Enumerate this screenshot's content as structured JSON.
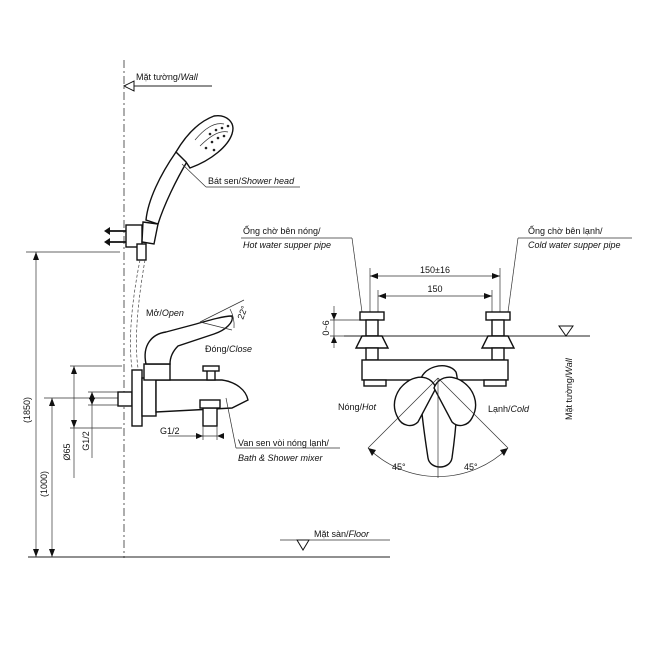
{
  "labels": {
    "wall_top": {
      "vi": "Mặt tường/",
      "en": "Wall"
    },
    "shower_head": {
      "vi": "Bát sen/",
      "en": "Shower head"
    },
    "open": {
      "vi": "Mở/",
      "en": "Open"
    },
    "close": {
      "vi": "Đóng/",
      "en": "Close"
    },
    "mixer_vi": "Van sen vòi nóng lạnh/",
    "mixer_en": "Bath & Shower mixer",
    "floor": {
      "vi": "Mặt sàn/",
      "en": "Floor"
    },
    "hot_pipe_vi": "Ống chờ bên nóng/",
    "hot_pipe_en": "Hot water supper pipe",
    "cold_pipe_vi": "Ống chờ bên lạnh/",
    "cold_pipe_en": "Cold water supper pipe",
    "hot": {
      "vi": "Nóng/",
      "en": "Hot"
    },
    "cold": {
      "vi": "Lạnh/",
      "en": "Cold"
    },
    "wall_right": {
      "vi": "Mặt tường/",
      "en": "Wall"
    }
  },
  "dimensions": {
    "height_total": "(1850)",
    "height_mixer": "(1000)",
    "diam_65": "Ø65",
    "thread_left": "G1/2",
    "thread_bottom": "G1/2",
    "angle_handle": "22°",
    "spacing_range": "150±16",
    "spacing": "150",
    "offset": "0~6",
    "angle_left": "45°",
    "angle_right": "45°"
  }
}
